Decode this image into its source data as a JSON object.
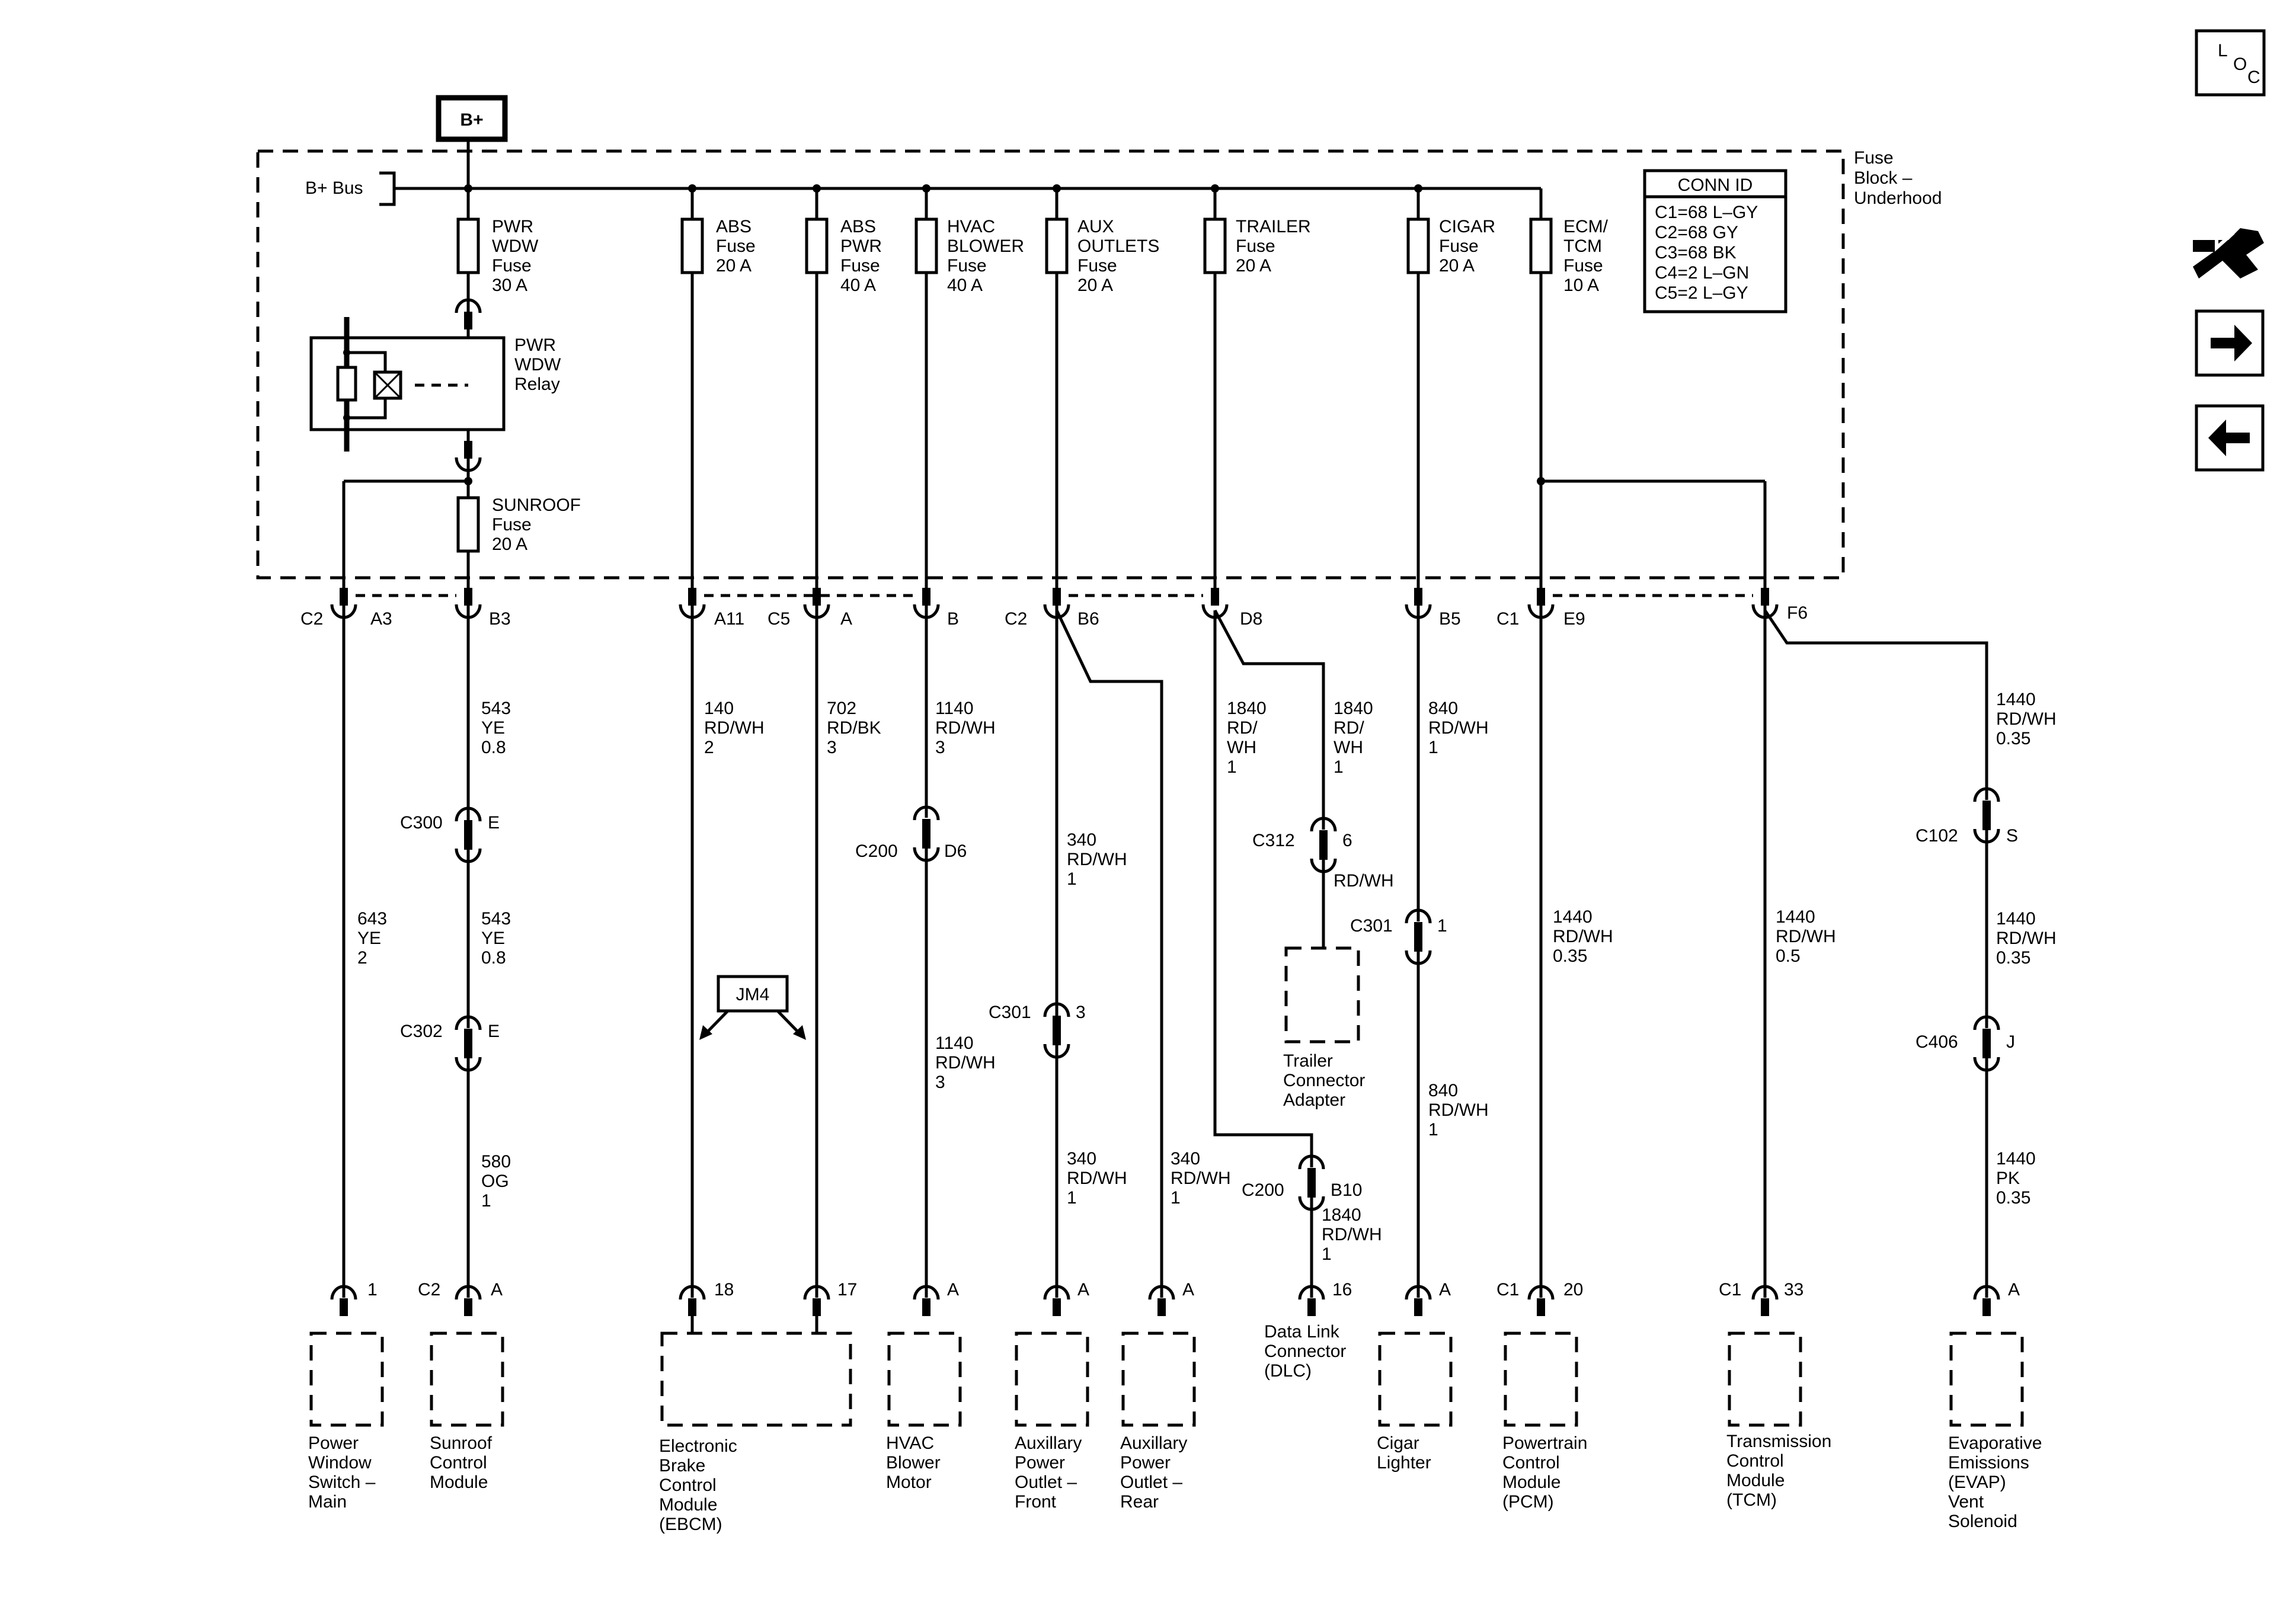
{
  "loc_icon": "LOC",
  "bplus": "B+",
  "bplus_bus": "B+ Bus",
  "fuse_block": [
    "Fuse",
    "Block –",
    "Underhood"
  ],
  "conn_id": {
    "title": "CONN ID",
    "rows": [
      "C1=68 L–GY",
      "C2=68 GY",
      "C3=68 BK",
      "C4=2 L–GN",
      "C5=2 L–GY"
    ]
  },
  "fuses": [
    [
      "PWR",
      "WDW",
      "Fuse",
      "30 A"
    ],
    [
      "ABS",
      "Fuse",
      "20 A"
    ],
    [
      "ABS",
      "PWR",
      "Fuse",
      "40 A"
    ],
    [
      "HVAC",
      "BLOWER",
      "Fuse",
      "40 A"
    ],
    [
      "AUX",
      "OUTLETS",
      "Fuse",
      "20 A"
    ],
    [
      "TRAILER",
      "Fuse",
      "20 A"
    ],
    [
      "CIGAR",
      "Fuse",
      "20 A"
    ],
    [
      "ECM/",
      "TCM",
      "Fuse",
      "10 A"
    ],
    [
      "SUNROOF",
      "Fuse",
      "20 A"
    ]
  ],
  "relay": [
    "PWR",
    "WDW",
    "Relay"
  ],
  "connectors": [
    "C2",
    "A3",
    "B3",
    "A11",
    "C5",
    "A",
    "B",
    "C2",
    "B6",
    "D8",
    "B5",
    "C1",
    "E9",
    "F6"
  ],
  "wires": [
    [
      "543",
      "YE",
      "0.8"
    ],
    [
      "643",
      "YE",
      "2"
    ],
    [
      "543",
      "YE",
      "0.8"
    ],
    [
      "580",
      "OG",
      "1"
    ],
    [
      "140",
      "RD/WH",
      "2"
    ],
    [
      "702",
      "RD/BK",
      "3"
    ],
    [
      "1140",
      "RD/WH",
      "3"
    ],
    [
      "1140",
      "RD/WH",
      "3"
    ],
    [
      "340",
      "RD/WH",
      "1"
    ],
    [
      "340",
      "RD/WH",
      "1"
    ],
    [
      "340",
      "RD/WH",
      "1"
    ],
    [
      "1840",
      "RD/",
      "WH",
      "1"
    ],
    [
      "1840",
      "RD/",
      "WH",
      "1"
    ],
    [
      "RD/WH"
    ],
    [
      "1840",
      "RD/WH",
      "1"
    ],
    [
      "840",
      "RD/WH",
      "1"
    ],
    [
      "840",
      "RD/WH",
      "1"
    ],
    [
      "1440",
      "RD/WH",
      "0.35"
    ],
    [
      "1440",
      "RD/WH",
      "0.5"
    ],
    [
      "1440",
      "RD/WH",
      "0.35"
    ],
    [
      "1440",
      "RD/WH",
      "0.35"
    ],
    [
      "1440",
      "PK",
      "0.35"
    ]
  ],
  "inline": [
    [
      "C300",
      "E"
    ],
    [
      "C302",
      "E"
    ],
    [
      "C200",
      "D6"
    ],
    [
      "C301",
      "3"
    ],
    [
      "C312",
      "6"
    ],
    [
      "C301",
      "1"
    ],
    [
      "C200",
      "B10"
    ],
    [
      "C102",
      "S"
    ],
    [
      "C406",
      "J"
    ]
  ],
  "jm4": "JM4",
  "pins": [
    "1",
    "C2",
    "A",
    "18",
    "17",
    "A",
    "A",
    "A",
    "16",
    "A",
    "C1",
    "20",
    "C1",
    "33",
    "A"
  ],
  "components": [
    [
      "Power",
      "Window",
      "Switch –",
      "Main"
    ],
    [
      "Sunroof",
      "Control",
      "Module"
    ],
    [
      "Electronic",
      "Brake",
      "Control",
      "Module",
      "(EBCM)"
    ],
    [
      "HVAC",
      "Blower",
      "Motor"
    ],
    [
      "Auxillary",
      "Power",
      "Outlet –",
      "Front"
    ],
    [
      "Auxillary",
      "Power",
      "Outlet –",
      "Rear"
    ],
    [
      "Trailer",
      "Connector",
      "Adapter"
    ],
    [
      "Data Link",
      "Connector",
      "(DLC)"
    ],
    [
      "Cigar",
      "Lighter"
    ],
    [
      "Powertrain",
      "Control",
      "Module",
      "(PCM)"
    ],
    [
      "Transmission",
      "Control",
      "Module",
      "(TCM)"
    ],
    [
      "Evaporative",
      "Emissions",
      "(EVAP)",
      "Vent",
      "Solenoid"
    ]
  ],
  "nav": {
    "icons": [
      "harness-icon",
      "arrow-right-icon",
      "arrow-left-icon"
    ]
  }
}
